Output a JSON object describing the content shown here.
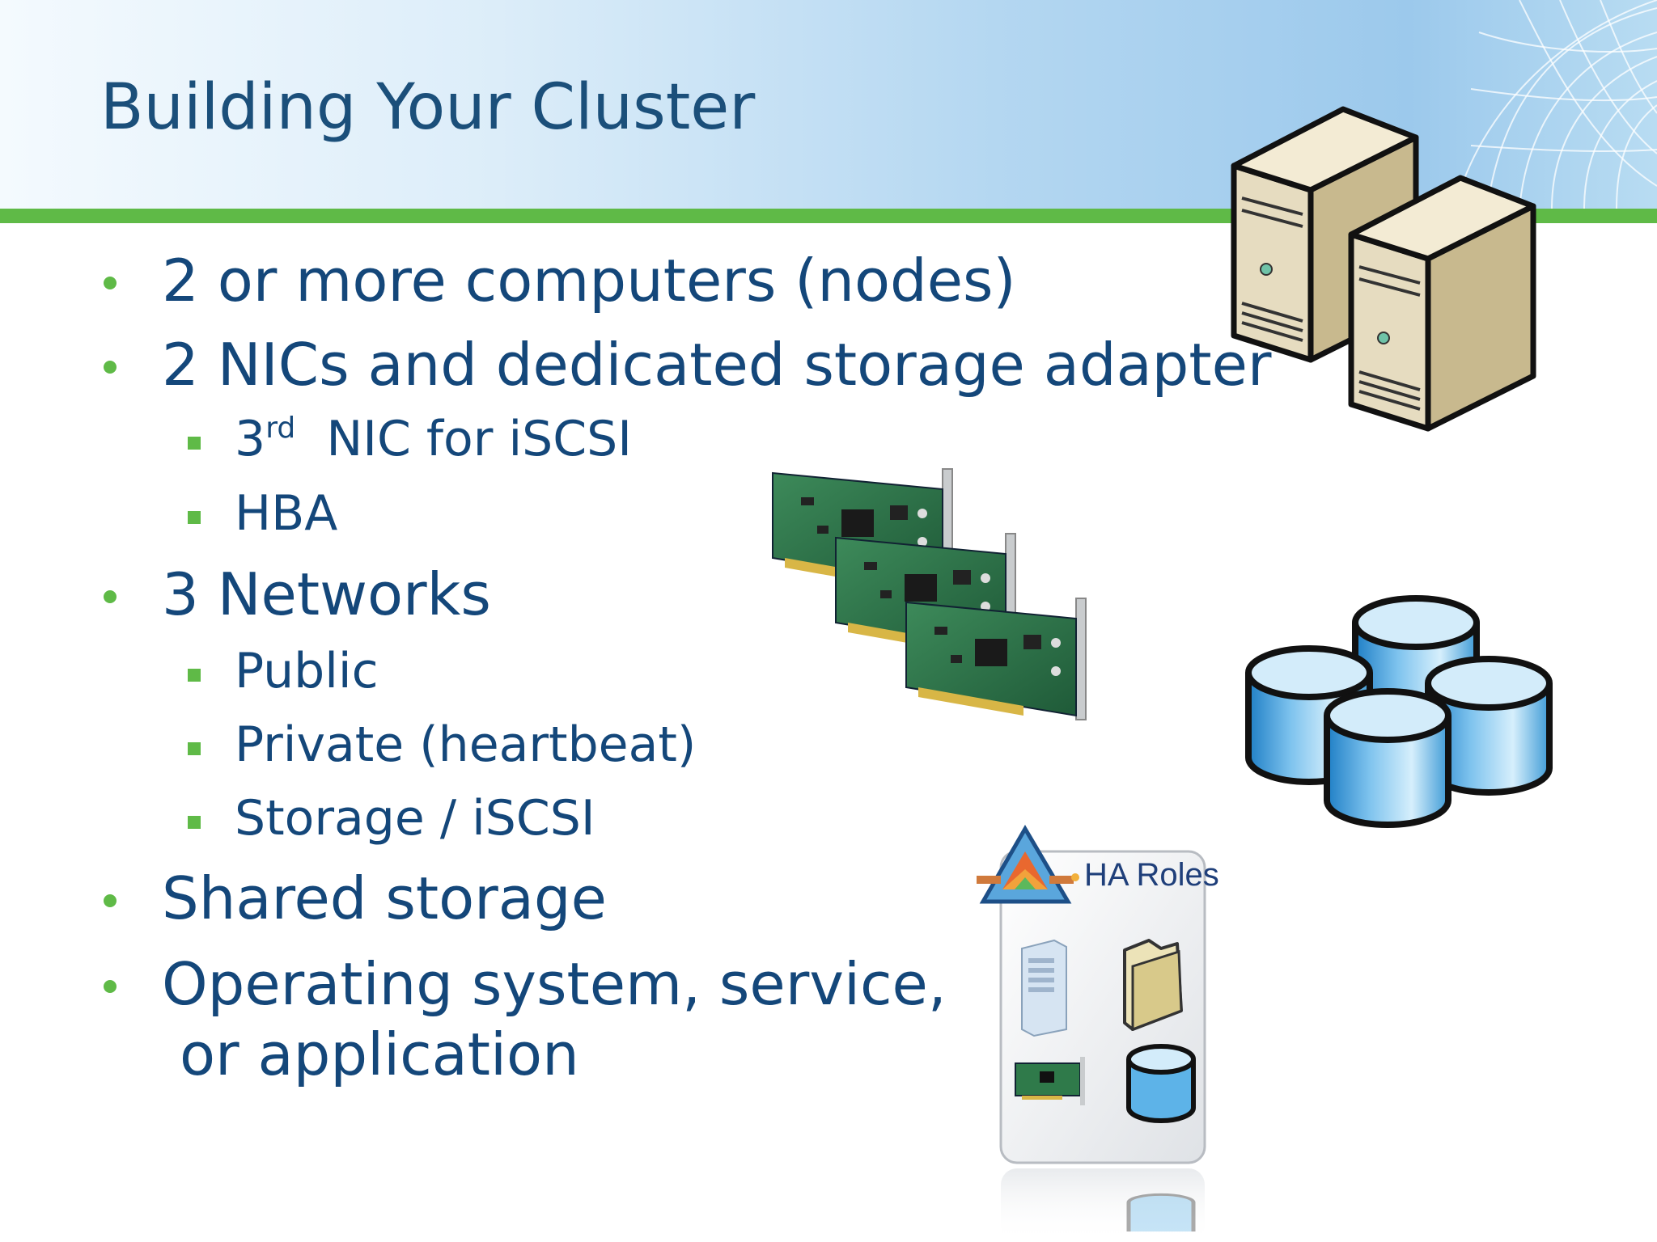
{
  "slide": {
    "title": "Building Your Cluster",
    "bullets": [
      {
        "text": "2 or more computers (nodes)"
      },
      {
        "text": "2 NICs and dedicated storage adapter"
      },
      {
        "text": "3 Networks"
      },
      {
        "text": "Shared storage"
      },
      {
        "text": "Operating system, service,"
      },
      {
        "text": "or application"
      }
    ],
    "sub_bullets": [
      {
        "base": "3",
        "sup": "rd",
        "rest": "  NIC for iSCSI"
      },
      {
        "text": "HBA"
      },
      {
        "text": "Public"
      },
      {
        "text": "Private (heartbeat)"
      },
      {
        "text": "Storage / iSCSI"
      }
    ],
    "ha_label": "HA Roles"
  },
  "colors": {
    "title": "#1b4f7a",
    "text": "#14477a",
    "accent_green": "#5fba47"
  },
  "icons": [
    "server-towers-icon",
    "network-cards-icon",
    "database-disks-icon",
    "ha-roles-icon"
  ]
}
